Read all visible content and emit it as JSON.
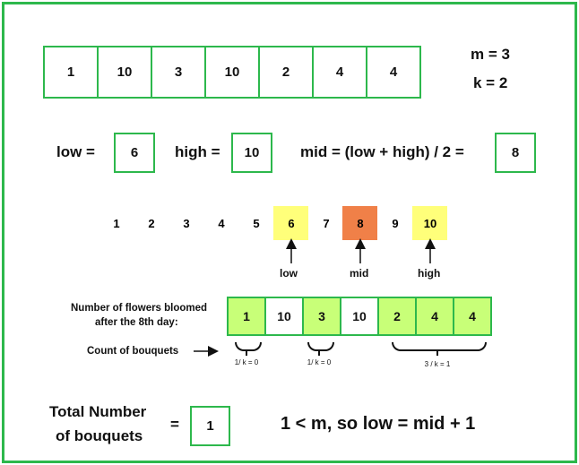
{
  "top_array": [
    "1",
    "10",
    "3",
    "10",
    "2",
    "4",
    "4"
  ],
  "params": {
    "m": "m = 3",
    "k": "k = 2"
  },
  "formula": {
    "low_label": "low =",
    "low_value": "6",
    "high_label": "high =",
    "high_value": "10",
    "mid_label": "mid = (low + high) / 2 =",
    "mid_value": "8"
  },
  "number_line": {
    "values": [
      "1",
      "2",
      "3",
      "4",
      "5",
      "6",
      "7",
      "8",
      "9",
      "10"
    ],
    "highlights": {
      "low": "#ffff7a",
      "mid": "#f08048",
      "high": "#ffff7a"
    },
    "pointer_labels": {
      "low": "low",
      "mid": "mid",
      "high": "high"
    }
  },
  "bloomed": {
    "label_line1": "Number of flowers bloomed",
    "label_line2": "after the 8th day:",
    "cells": [
      {
        "value": "1",
        "bloomed": true
      },
      {
        "value": "10",
        "bloomed": false
      },
      {
        "value": "3",
        "bloomed": true
      },
      {
        "value": "10",
        "bloomed": false
      },
      {
        "value": "2",
        "bloomed": true
      },
      {
        "value": "4",
        "bloomed": true
      },
      {
        "value": "4",
        "bloomed": true
      }
    ],
    "bloomed_color": "#c8ff78"
  },
  "bouquets": {
    "label": "Count of bouquets",
    "groups": [
      "1/ k = 0",
      "1/ k = 0",
      "3 / k = 1"
    ]
  },
  "result": {
    "total_line1": "Total Number",
    "total_line2": "of bouquets",
    "equals": "=",
    "total_value": "1",
    "conclusion": "1 < m, so low = mid + 1"
  },
  "colors": {
    "border_green": "#2db84c"
  }
}
